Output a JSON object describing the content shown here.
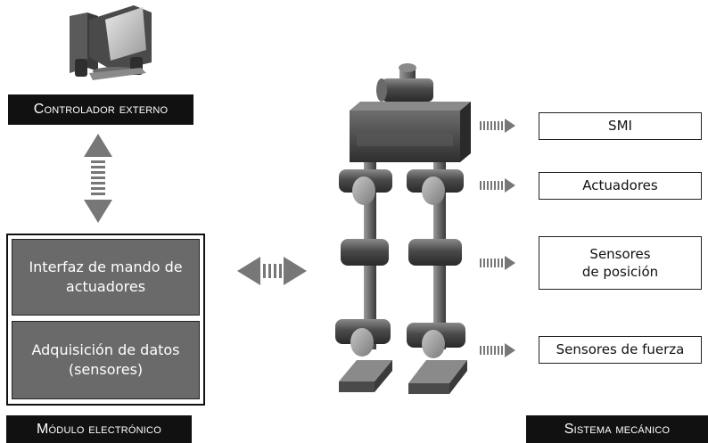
{
  "external_controller": {
    "label": "Controlador externo"
  },
  "electronic_module": {
    "label": "Módulo electrónico",
    "blocks": [
      {
        "line1": "Interfaz de mando de",
        "line2": "actuadores"
      },
      {
        "line1": "Adquisición de datos",
        "line2": "(sensores)"
      }
    ]
  },
  "mechanical_system": {
    "label": "Sistema mecánico",
    "outputs": [
      {
        "line1": "SMI",
        "line2": ""
      },
      {
        "line1": "Actuadores",
        "line2": ""
      },
      {
        "line1": "Sensores",
        "line2": "de posición"
      },
      {
        "line1": "Sensores de fuerza",
        "line2": ""
      }
    ]
  },
  "icons": [
    "computer-icon",
    "robot-legs-illustration"
  ],
  "colors": {
    "label_bg": "#111111",
    "module_block_bg": "#6a6a6a",
    "arrow_gray": "#777777"
  }
}
